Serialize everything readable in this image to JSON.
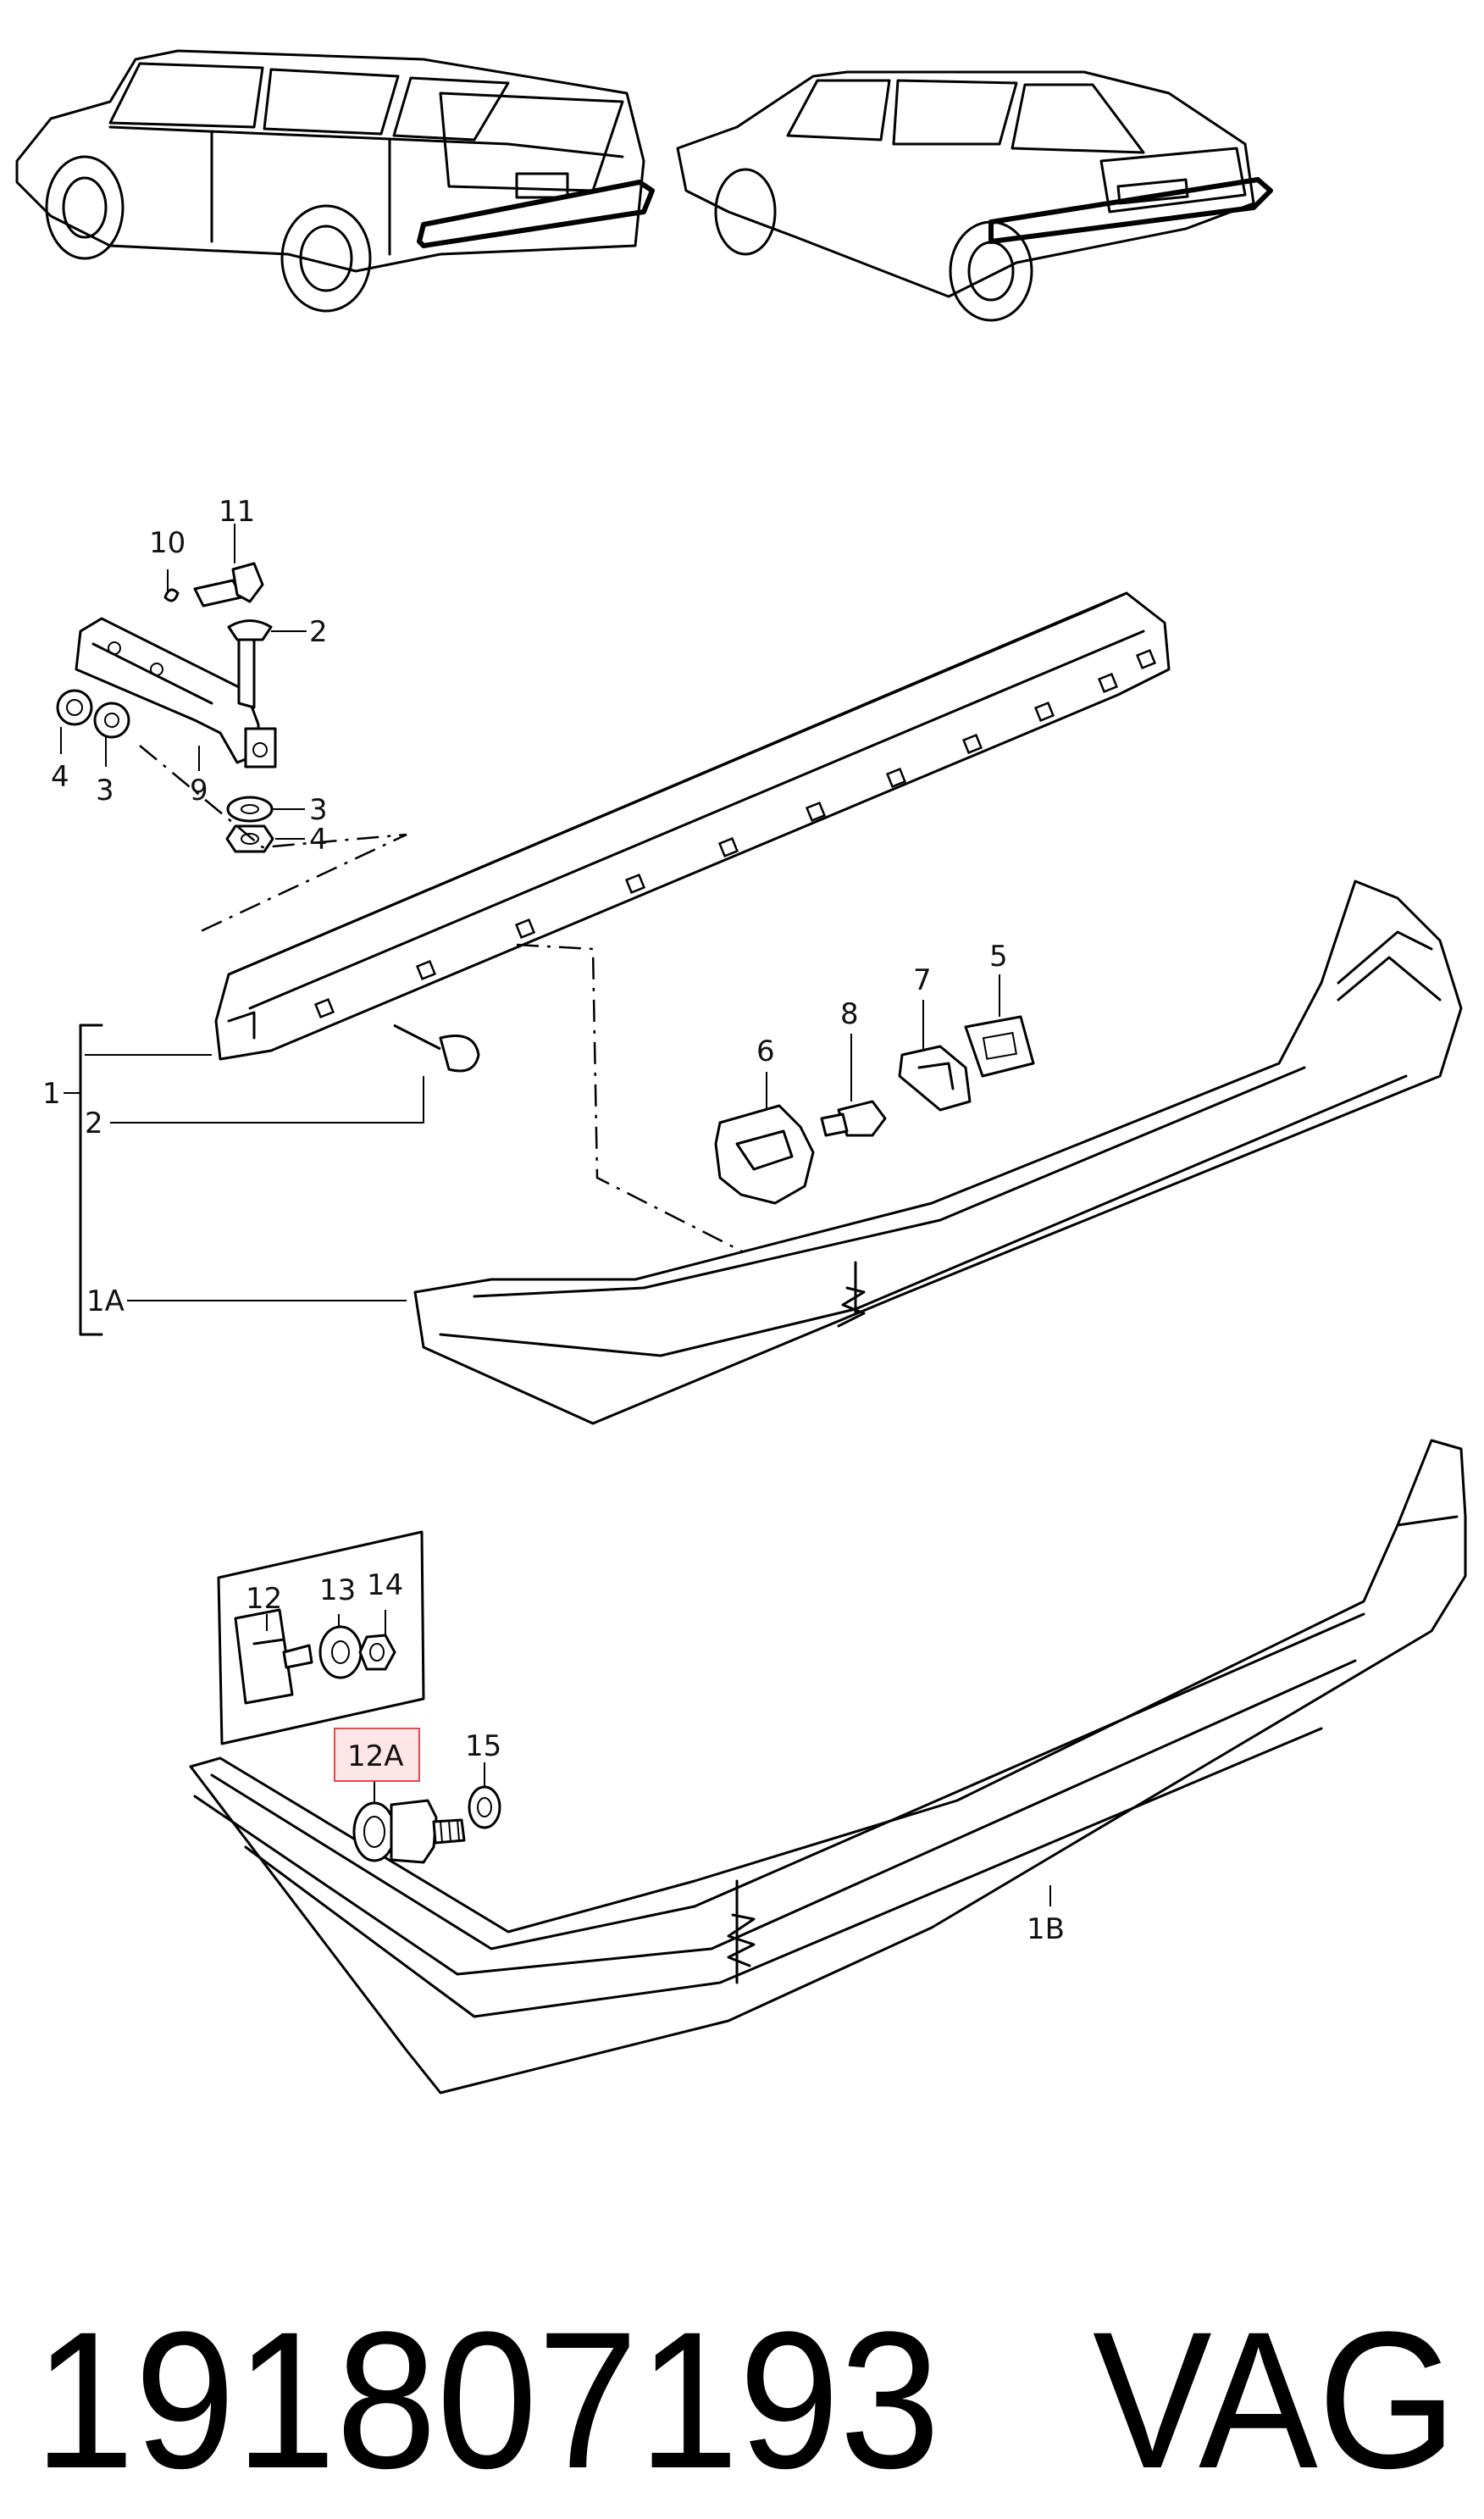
{
  "callouts": {
    "c1": "1",
    "c1a": "1A",
    "c1b": "1B",
    "c2a": "2",
    "c2b": "2",
    "c3a": "3",
    "c3b": "3",
    "c4a": "4",
    "c4b": "4",
    "c5": "5",
    "c6": "6",
    "c7": "7",
    "c8": "8",
    "c9": "9",
    "c10": "10",
    "c11": "11",
    "c12": "12",
    "c12a": "12A",
    "c13": "13",
    "c14": "14",
    "c15": "15"
  },
  "highlight": {
    "color": "#e8474c",
    "fill": "#fde6e7"
  },
  "footer": {
    "part_number": "191807193",
    "brand": "VAG"
  }
}
